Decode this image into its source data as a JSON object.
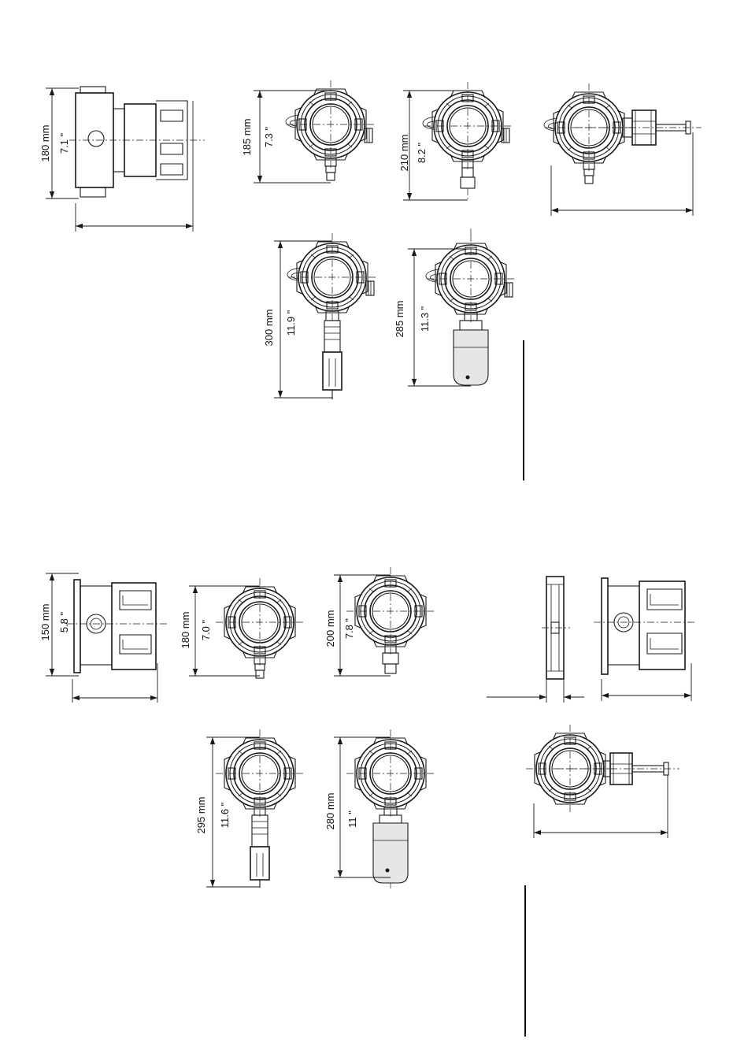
{
  "labels": {
    "a_mm": "180 mm",
    "a_in": "7.1 \"",
    "b_mm": "185 mm",
    "b_in": "7.3 \"",
    "c_mm": "210 mm",
    "c_in": "8.2 \"",
    "d_mm": "300 mm",
    "d_in": "11.9 \"",
    "e_mm": "285 mm",
    "e_in": "11.3 \"",
    "f_mm": "150 mm",
    "f_in": "5.8 \"",
    "g_mm": "180 mm",
    "g_in": "7.0 \"",
    "h_mm": "200 mm",
    "h_in": "7.8 \"",
    "i_mm": "295 mm",
    "i_in": "11.6 \"",
    "j_mm": "280 mm",
    "j_in": "11 \""
  }
}
